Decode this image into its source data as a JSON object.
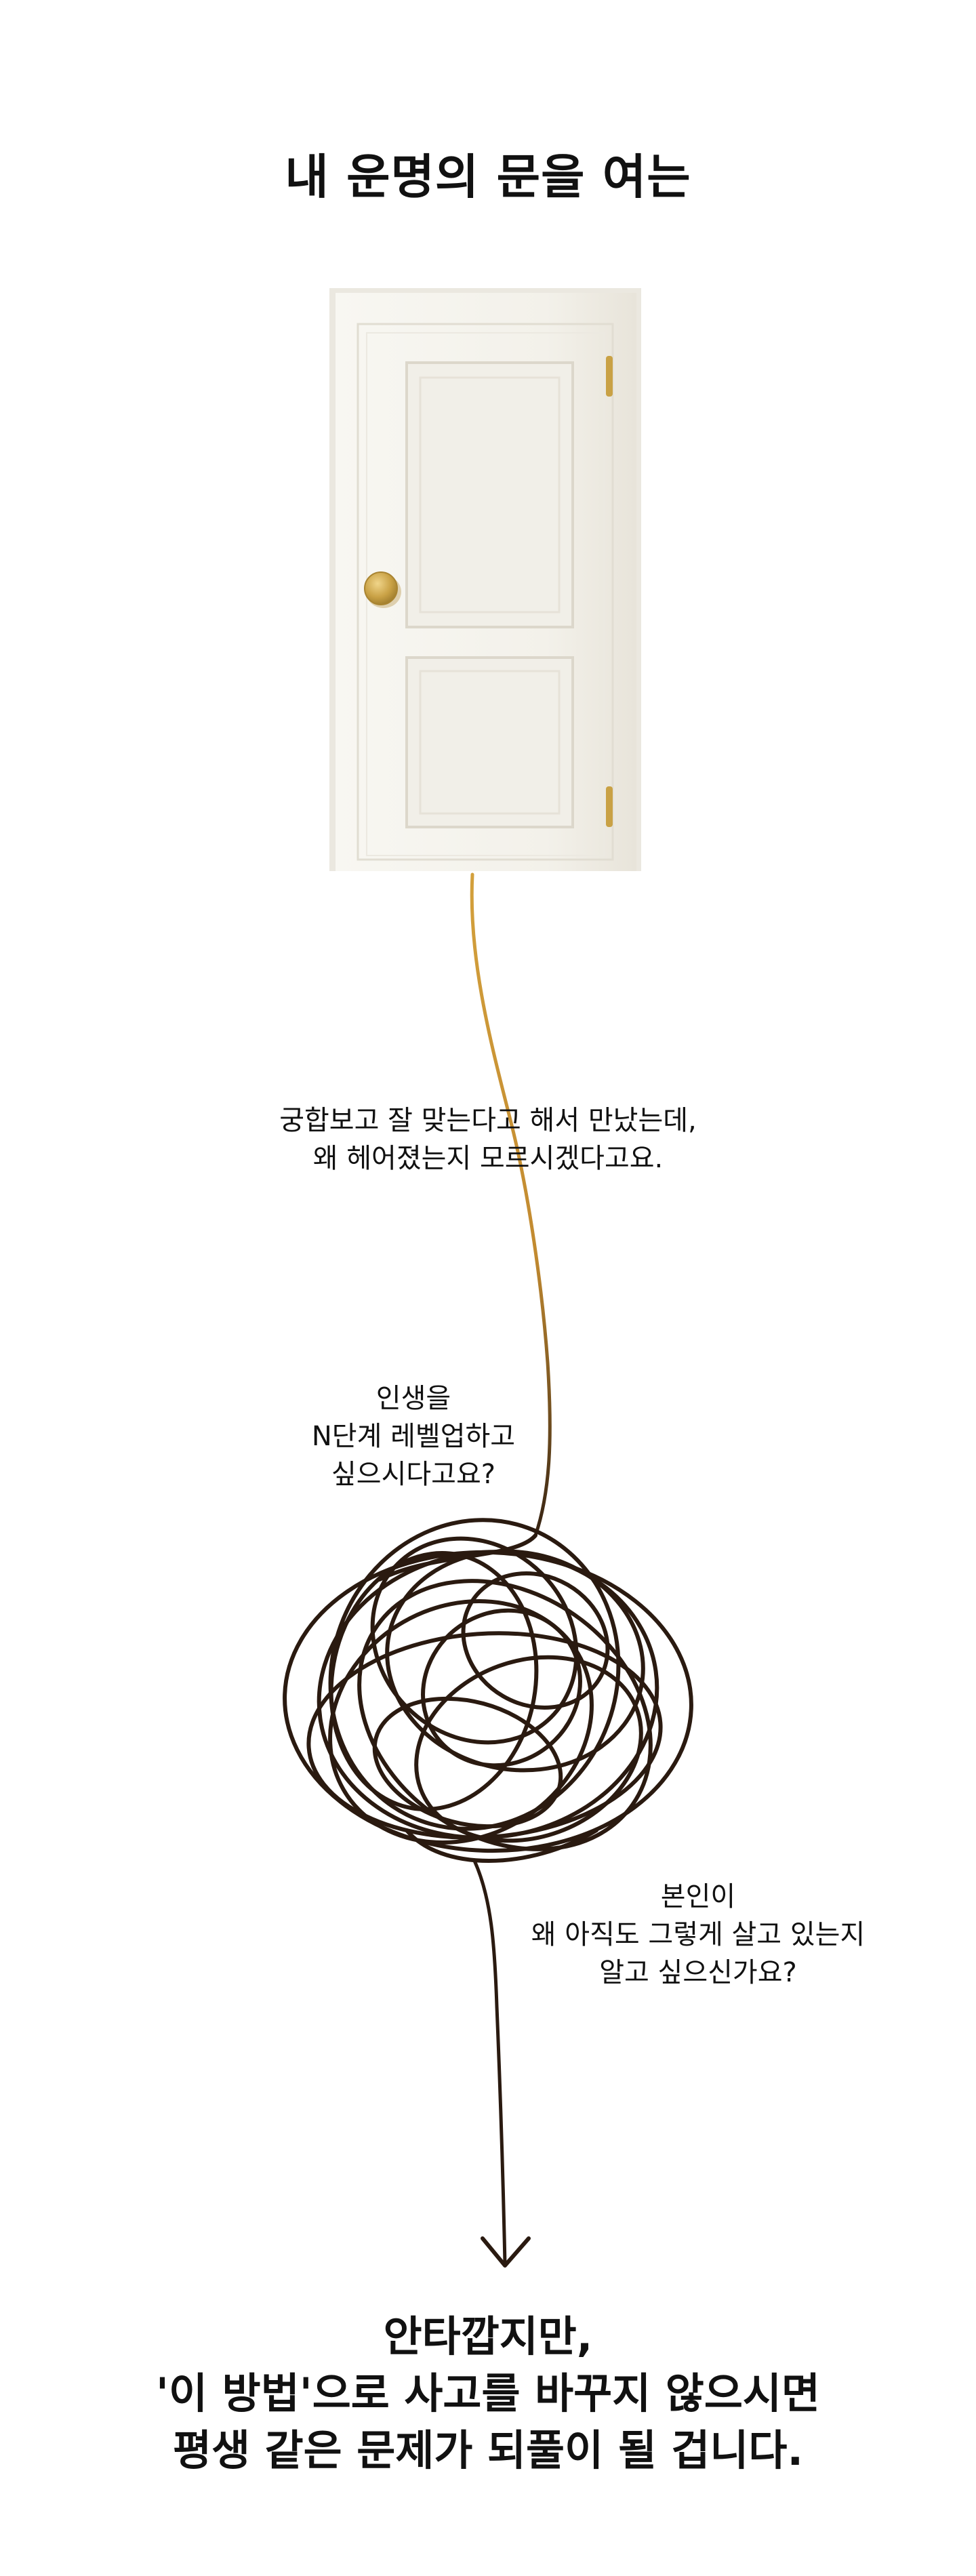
{
  "header": {
    "title": "내 운명의 문을 여는"
  },
  "captions": {
    "first": [
      "궁합보고 잘 맞는다고 해서 만났는데,",
      "왜 헤어졌는지 모르시겠다고요."
    ],
    "second": [
      "인생을",
      "N단계 레벨업하고",
      "싶으시다고요?"
    ],
    "third": [
      "본인이",
      "왜 아직도 그렇게 살고 있는지",
      "알고 싶으신가요?"
    ]
  },
  "closing": {
    "lines": [
      "안타깝지만,",
      "'이 방법'으로 사고를 바꾸지 않으시면",
      "평생 같은 문제가 되풀이 될 겁니다."
    ]
  },
  "colors": {
    "door": "#f4f2ec",
    "door_shadow": "#e3ded2",
    "brass": "#c9a145",
    "thread_gold": "#d3a03c",
    "thread_dark": "#2a1a10",
    "text": "#111111"
  },
  "icons": {
    "door": "door-illustration",
    "tangle": "tangled-thread-illustration",
    "arrow": "arrow-down-icon"
  }
}
